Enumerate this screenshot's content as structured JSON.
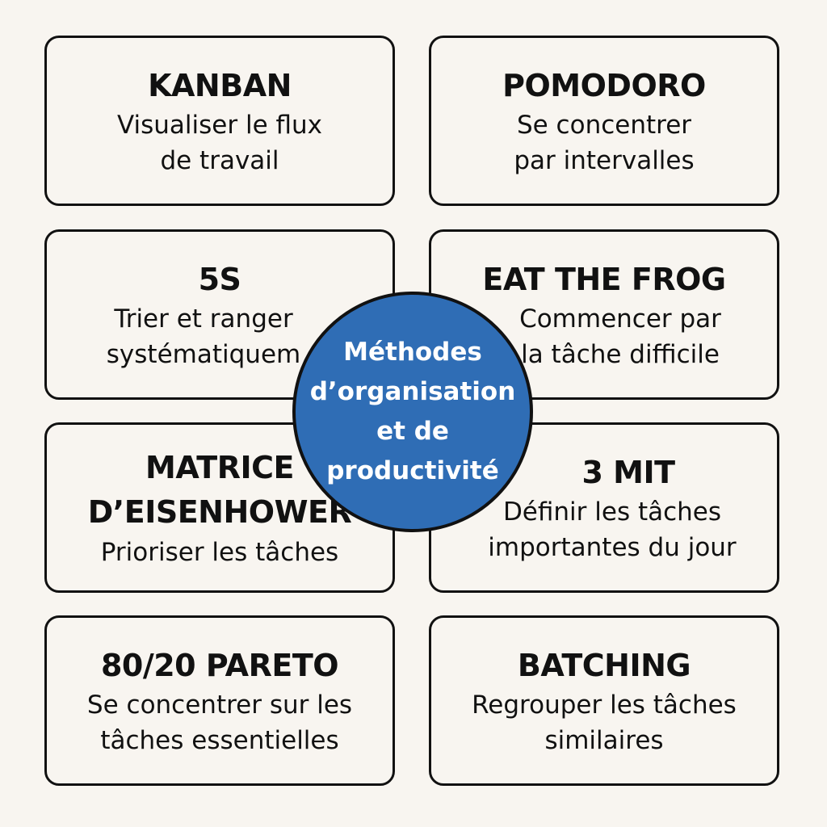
{
  "center": {
    "label": "Méthodes\nd’organisation\net de\nproductivité",
    "color": "#2f6db5"
  },
  "methods": [
    {
      "title": "KANBAN",
      "description": "Visualiser le flux\nde travail"
    },
    {
      "title": "POMODORO",
      "description": "Se concentrer\npar intervalles"
    },
    {
      "title": "5S",
      "description": "Trier et ranger\nsystématiquem"
    },
    {
      "title": "EAT THE FROG",
      "description": "Commencer par\nla tâche difficile"
    },
    {
      "title": "MATRICE\nD’EISENHOWER",
      "description": "Prioriser les tâches"
    },
    {
      "title": "3 MIT",
      "description": "Définir les tâches\nimportantes du jour"
    },
    {
      "title": "80/20 PARETO",
      "description": "Se concentrer sur les\ntâches essentielles"
    },
    {
      "title": "BATCHING",
      "description": "Regrouper les tâches\nsimilaires"
    }
  ]
}
